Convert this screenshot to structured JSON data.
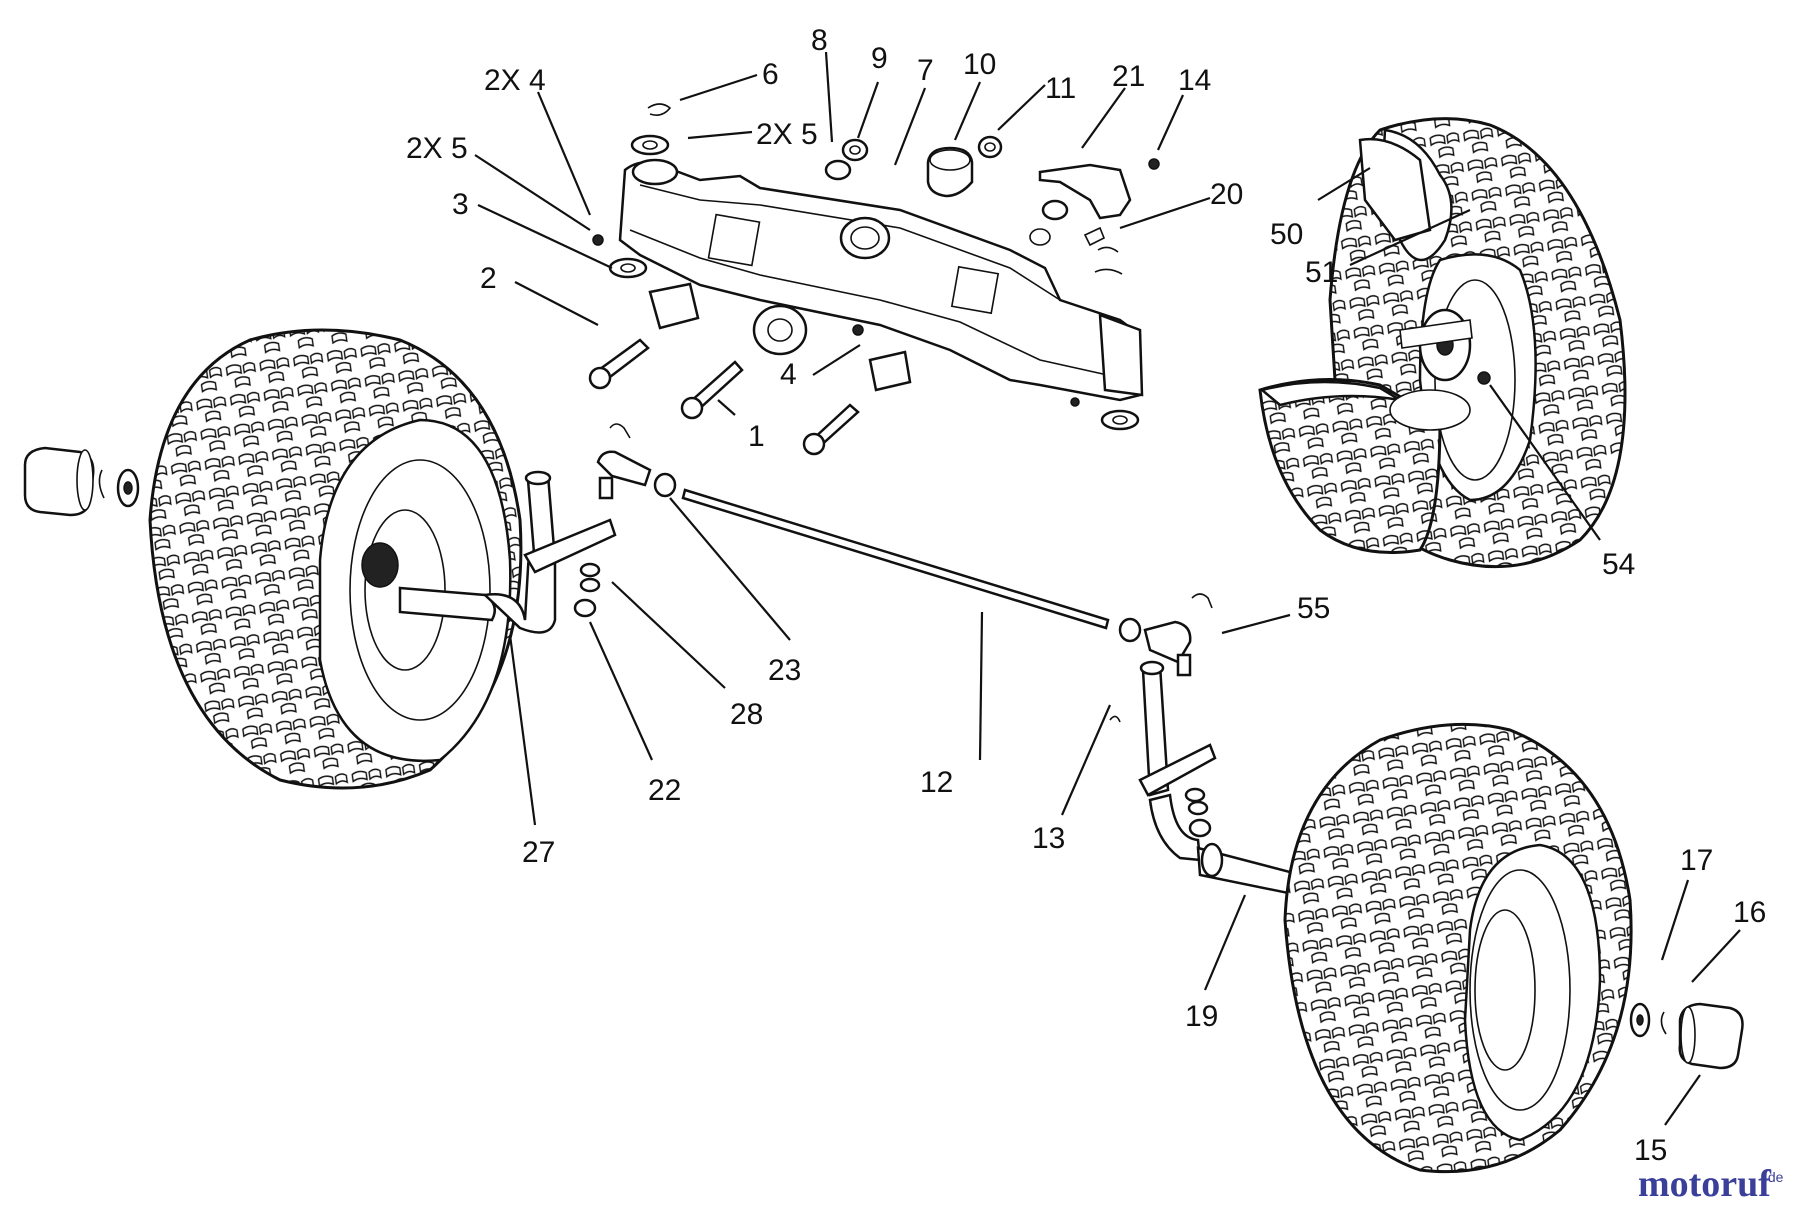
{
  "diagram": {
    "callouts": [
      {
        "id": "c-2x4",
        "label": "2X 4"
      },
      {
        "id": "c-6",
        "label": "6"
      },
      {
        "id": "c-8",
        "label": "8"
      },
      {
        "id": "c-9",
        "label": "9"
      },
      {
        "id": "c-7",
        "label": "7"
      },
      {
        "id": "c-10",
        "label": "10"
      },
      {
        "id": "c-11",
        "label": "11"
      },
      {
        "id": "c-21",
        "label": "21"
      },
      {
        "id": "c-14",
        "label": "14"
      },
      {
        "id": "c-2x5a",
        "label": "2X 5"
      },
      {
        "id": "c-2x5b",
        "label": "2X 5"
      },
      {
        "id": "c-3",
        "label": "3"
      },
      {
        "id": "c-20",
        "label": "20"
      },
      {
        "id": "c-50",
        "label": "50"
      },
      {
        "id": "c-51",
        "label": "51"
      },
      {
        "id": "c-2",
        "label": "2"
      },
      {
        "id": "c-4",
        "label": "4"
      },
      {
        "id": "c-1",
        "label": "1"
      },
      {
        "id": "c-54",
        "label": "54"
      },
      {
        "id": "c-55",
        "label": "55"
      },
      {
        "id": "c-23",
        "label": "23"
      },
      {
        "id": "c-28",
        "label": "28"
      },
      {
        "id": "c-12",
        "label": "12"
      },
      {
        "id": "c-22",
        "label": "22"
      },
      {
        "id": "c-13",
        "label": "13"
      },
      {
        "id": "c-27",
        "label": "27"
      },
      {
        "id": "c-17",
        "label": "17"
      },
      {
        "id": "c-16",
        "label": "16"
      },
      {
        "id": "c-19",
        "label": "19"
      },
      {
        "id": "c-15",
        "label": "15"
      }
    ]
  },
  "watermark": {
    "brand": "motoruf",
    "suffix": ".de",
    "color_primary": "#3a3f9a",
    "color_accent": "#d4232a"
  }
}
